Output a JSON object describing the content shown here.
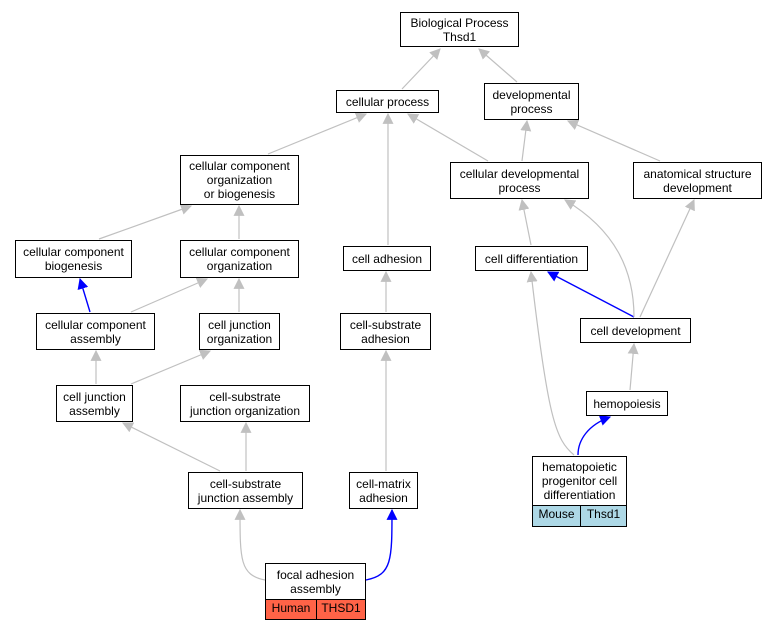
{
  "diagram": {
    "colors": {
      "gray_edge": "#c0c0c0",
      "blue_edge": "#0000ff",
      "human": "#ff6347",
      "mouse": "#add8e6"
    },
    "nodes": {
      "bp": {
        "lines": [
          "Biological Process",
          "Thsd1"
        ]
      },
      "cp": {
        "lines": [
          "cellular process"
        ]
      },
      "dp": {
        "lines": [
          "developmental",
          "process"
        ]
      },
      "ccob": {
        "lines": [
          "cellular component",
          "organization",
          "or biogenesis"
        ]
      },
      "cdp": {
        "lines": [
          "cellular developmental",
          "process"
        ]
      },
      "asd": {
        "lines": [
          "anatomical structure",
          "development"
        ]
      },
      "ccb": {
        "lines": [
          "cellular component",
          "biogenesis"
        ]
      },
      "cco": {
        "lines": [
          "cellular component",
          "organization"
        ]
      },
      "ca": {
        "lines": [
          "cell adhesion"
        ]
      },
      "cd": {
        "lines": [
          "cell differentiation"
        ]
      },
      "cca": {
        "lines": [
          "cellular component",
          "assembly"
        ]
      },
      "cjo": {
        "lines": [
          "cell junction",
          "organization"
        ]
      },
      "csa": {
        "lines": [
          "cell-substrate",
          "adhesion"
        ]
      },
      "cdev": {
        "lines": [
          "cell development"
        ]
      },
      "cja": {
        "lines": [
          "cell junction",
          "assembly"
        ]
      },
      "csjo": {
        "lines": [
          "cell-substrate",
          "junction organization"
        ]
      },
      "hemo": {
        "lines": [
          "hemopoiesis"
        ]
      },
      "hpcd": {
        "lines": [
          "hematopoietic",
          "progenitor cell",
          "differentiation"
        ]
      },
      "csja": {
        "lines": [
          "cell-substrate",
          "junction assembly"
        ]
      },
      "cma": {
        "lines": [
          "cell-matrix",
          "adhesion"
        ]
      },
      "faa": {
        "lines": [
          "focal adhesion",
          "assembly"
        ]
      }
    },
    "annotations": {
      "faa": [
        "Human",
        "THSD1"
      ],
      "hpcd": [
        "Mouse",
        "Thsd1"
      ]
    }
  }
}
